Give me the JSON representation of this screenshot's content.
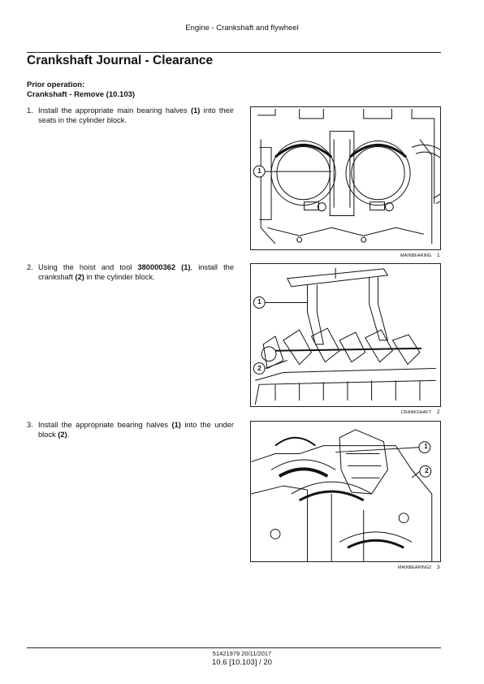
{
  "header": {
    "title": "Engine - Crankshaft and flywheel"
  },
  "heading": "Crankshaft Journal - Clearance",
  "prior_operation": {
    "label": "Prior operation:",
    "text": "Crankshaft - Remove (10.103)"
  },
  "steps": [
    {
      "num": "1.",
      "pre": "Install the appropriate main bearing halves ",
      "b1": "(1)",
      "mid": " into their seats in the cylinder block.",
      "b2": "",
      "post": "",
      "figure": {
        "caption": "MAINBEARING",
        "number": "1",
        "callouts": [
          "1"
        ]
      }
    },
    {
      "num": "2.",
      "pre": "Using the hoist and tool ",
      "b1": "380000362 (1)",
      "mid": ", install the crankshaft ",
      "b2": "(2)",
      "post": " in the cylinder block.",
      "figure": {
        "caption": "CRANKSHAFT",
        "number": "2",
        "callouts": [
          "1",
          "2"
        ]
      }
    },
    {
      "num": "3.",
      "pre": "Install the appropriate bearing halves ",
      "b1": "(1)",
      "mid": " into the under block ",
      "b2": "(2)",
      "post": ".",
      "figure": {
        "caption": "MAINBEARING2",
        "number": "3",
        "callouts": [
          "1",
          "2"
        ]
      }
    }
  ],
  "footer": {
    "doc_code": "51421979 20/11/2017",
    "page": "10.6 [10.103] / 20"
  }
}
